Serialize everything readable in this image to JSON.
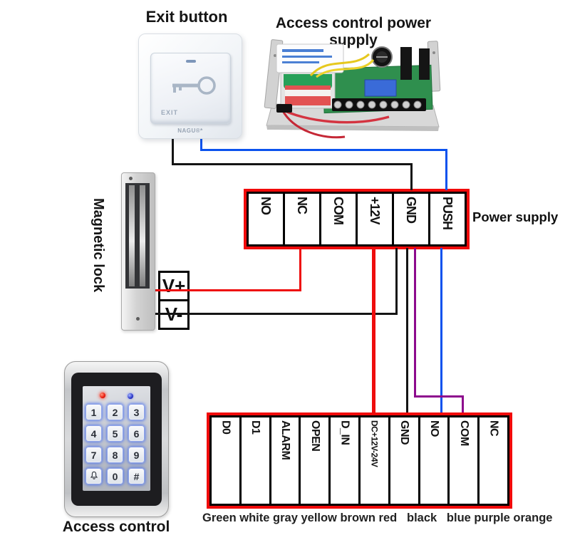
{
  "colors": {
    "red": "#ee0d0d",
    "black": "#141414",
    "blue": "#0b52ee",
    "purple": "#8d0a8d",
    "border": "#f10a0a"
  },
  "exit_button": {
    "title": "Exit button",
    "exit_label": "EXIT",
    "brand": "NAGU®*"
  },
  "psu": {
    "title": "Access control power supply"
  },
  "power_block": {
    "side_label": "Power supply",
    "terminals": [
      "NO",
      "NC",
      "COM",
      "+12V",
      "GND",
      "PUSH"
    ]
  },
  "magnetic_lock": {
    "label": "Magnetic lock"
  },
  "lock_terms": {
    "plus": "V+",
    "minus": "V-"
  },
  "controller_block": {
    "terminals": [
      "D0",
      "D1",
      "ALARM",
      "OPEN",
      "D_IN",
      "DC+12V-24V",
      "GND",
      "NO",
      "COM",
      "NC"
    ],
    "wire_color_caption": "Green white gray yellow brown red   black   blue purple orange"
  },
  "keypad": {
    "label": "Access control",
    "keys": [
      "1",
      "2",
      "3",
      "4",
      "5",
      "6",
      "7",
      "8",
      "9",
      "bell",
      "0",
      "#"
    ]
  }
}
